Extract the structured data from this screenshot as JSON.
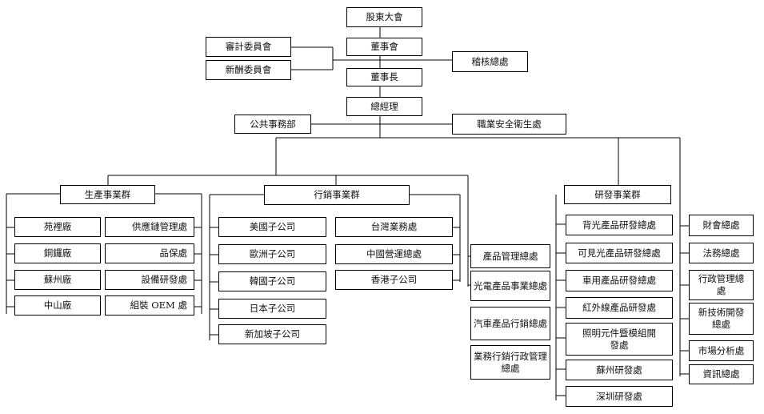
{
  "top": {
    "shareholders": "股東大會",
    "board": "董事會",
    "audit": "審計委員會",
    "salary": "新酬委員會",
    "internal_audit": "稽核總處",
    "chairman": "董事長",
    "gm": "總經理",
    "public_affairs": "公共事務部",
    "safety": "職業安全衛生處"
  },
  "production": {
    "title": "生產事業群",
    "plants": [
      "苑裡廠",
      "銅鑼廠",
      "蘇州廠",
      "中山廠"
    ],
    "offices": [
      "供應鏈管理處",
      "品保處",
      "設備研發處",
      "組裝 OEM 處"
    ]
  },
  "sales": {
    "title": "行銷事業群",
    "subsidiaries": [
      "美國子公司",
      "歐洲子公司",
      "韓國子公司",
      "日本子公司",
      "新加坡子公司"
    ],
    "offices": [
      "台灣業務處",
      "中國營運總處",
      "香港子公司"
    ]
  },
  "product_units": [
    "產品管理總處",
    "光電產品事業總處",
    "汽車產品行銷總處",
    "業務行銷行政管理總處"
  ],
  "rd": {
    "title": "研發事業群",
    "units": [
      "背光產品研發總處",
      "可見光產品研發總處",
      "車用產品研發總處",
      "紅外線產品研發處",
      "照明元件暨模組開發處",
      "蘇州研發處",
      "深圳研發處"
    ]
  },
  "admin_units": [
    "財會總處",
    "法務總處",
    "行政管理總處",
    "新技術開發總處",
    "市場分析處",
    "資訊總處"
  ]
}
